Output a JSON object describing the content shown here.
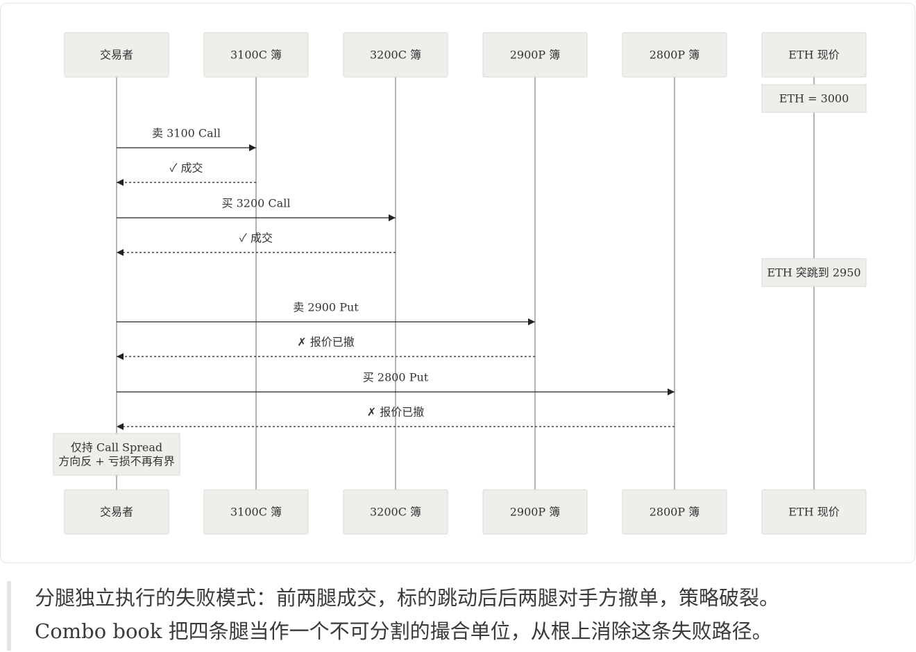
{
  "participants": [
    {
      "id": "trader",
      "label": "交易者"
    },
    {
      "id": "c3100",
      "label": "3100C 簿"
    },
    {
      "id": "c3200",
      "label": "3200C 簿"
    },
    {
      "id": "p2900",
      "label": "2900P 簿"
    },
    {
      "id": "p2800",
      "label": "2800P 簿"
    },
    {
      "id": "eth",
      "label": "ETH 现价"
    }
  ],
  "messages": [
    {
      "from": "trader",
      "to": "c3100",
      "label": "卖 3100 Call",
      "style": "solid"
    },
    {
      "from": "c3100",
      "to": "trader",
      "label": "✓ 成交",
      "style": "dashed"
    },
    {
      "from": "trader",
      "to": "c3200",
      "label": "买 3200 Call",
      "style": "solid"
    },
    {
      "from": "c3200",
      "to": "trader",
      "label": "✓ 成交",
      "style": "dashed"
    },
    {
      "from": "trader",
      "to": "p2900",
      "label": "卖 2900 Put",
      "style": "solid"
    },
    {
      "from": "p2900",
      "to": "trader",
      "label": "✗ 报价已撤",
      "style": "dashed"
    },
    {
      "from": "trader",
      "to": "p2800",
      "label": "买 2800 Put",
      "style": "solid"
    },
    {
      "from": "p2800",
      "to": "trader",
      "label": "✗ 报价已撤",
      "style": "dashed"
    }
  ],
  "notes": [
    {
      "on": "eth",
      "lines": [
        "ETH = 3000"
      ]
    },
    {
      "on": "eth",
      "lines": [
        "ETH 突跳到 2950"
      ]
    },
    {
      "on": "trader",
      "lines": [
        "仅持 Call Spread",
        "方向反 + 亏损不再有界"
      ]
    }
  ],
  "caption": {
    "line1": "分腿独立执行的失败模式：前两腿成交，标的跳动后后两腿对手方撤单，策略破裂。",
    "line2": "Combo book 把四条腿当作一个不可分割的撮合单位，从根上消除这条失败路径。"
  },
  "colors": {
    "box_fill": "#eeeeeb",
    "box_border": "#dadad6",
    "lifeline": "#8a8a8a",
    "arrow": "#222222",
    "text": "#333333"
  }
}
